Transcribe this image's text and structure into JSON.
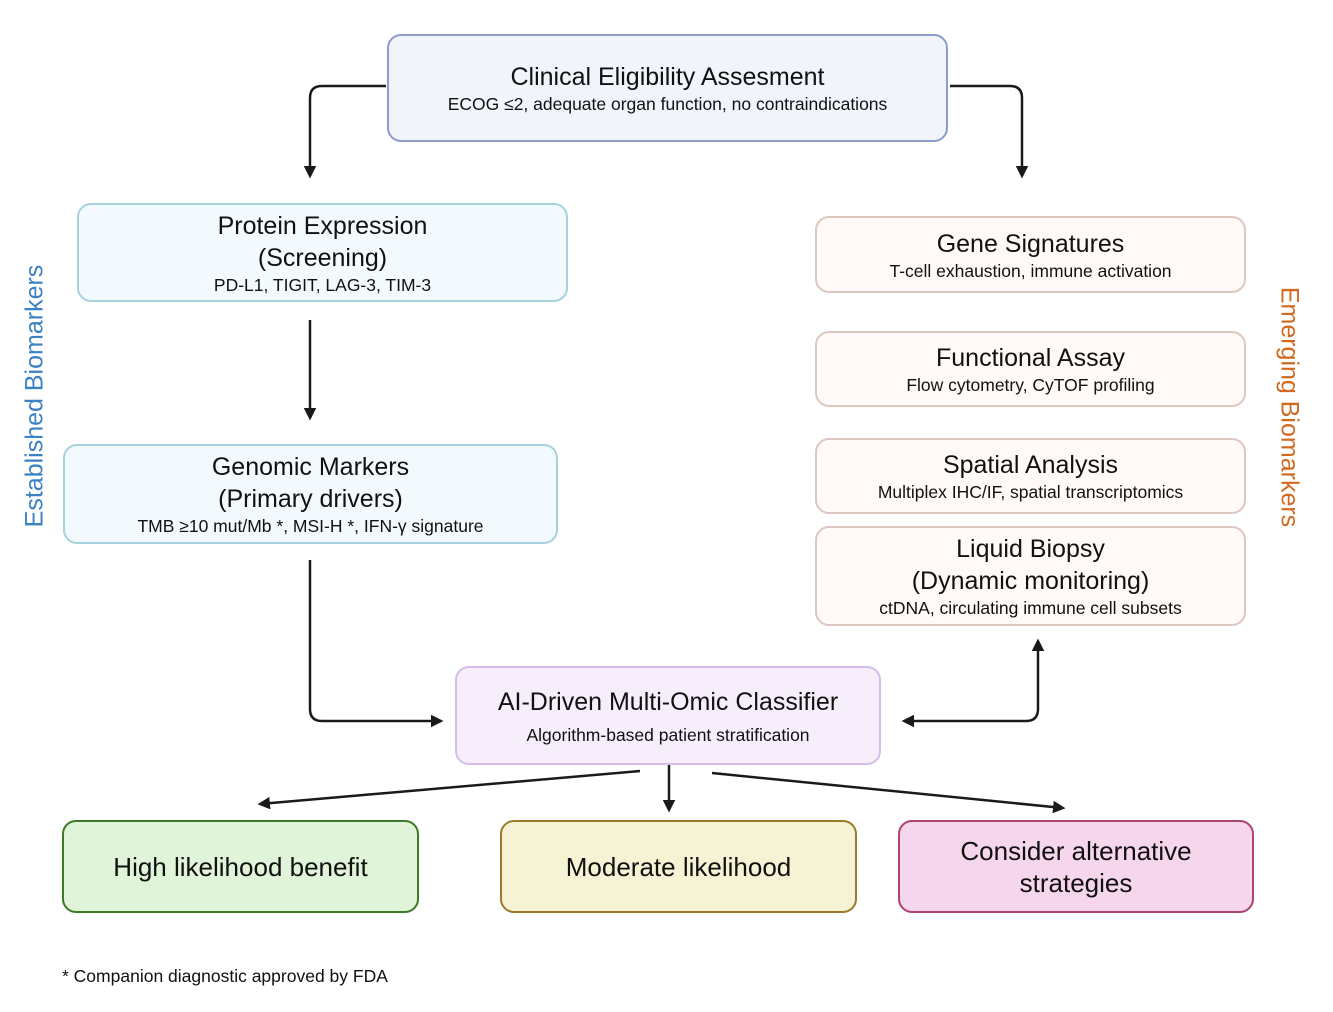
{
  "diagram": {
    "top": {
      "title": "Clinical Eligibility Assesment",
      "subtitle": "ECOG ≤2, adequate organ function, no contraindications"
    },
    "established": {
      "side_label": "Established Biomarkers",
      "label_color": "#3b82c4",
      "nodes": [
        {
          "title_lines": [
            "Protein Expression",
            "(Screening)"
          ],
          "subtitle": "PD-L1, TIGIT, LAG-3, TIM-3"
        },
        {
          "title_lines": [
            "Genomic Markers",
            "(Primary drivers)"
          ],
          "subtitle": "TMB ≥10 mut/Mb *, MSI-H *, IFN-γ signature"
        }
      ]
    },
    "emerging": {
      "side_label": "Emerging Biomarkers",
      "label_color": "#d2691e",
      "nodes": [
        {
          "title_lines": [
            "Gene Signatures"
          ],
          "subtitle": "T-cell exhaustion, immune activation"
        },
        {
          "title_lines": [
            "Functional Assay"
          ],
          "subtitle": "Flow cytometry, CyTOF profiling"
        },
        {
          "title_lines": [
            "Spatial Analysis"
          ],
          "subtitle": "Multiplex IHC/IF, spatial transcriptomics"
        },
        {
          "title_lines": [
            "Liquid Biopsy",
            "(Dynamic monitoring)"
          ],
          "subtitle": "ctDNA, circulating immune cell subsets"
        }
      ]
    },
    "classifier": {
      "title": "AI-Driven Multi-Omic Classifier",
      "subtitle": "Algorithm-based patient stratification"
    },
    "outcomes": [
      {
        "lines": [
          "High likelihood benefit"
        ],
        "fill": "#e0f4da",
        "border": "#3d7a28"
      },
      {
        "lines": [
          "Moderate likelihood"
        ],
        "fill": "#f6f2d4",
        "border": "#9c7a2c"
      },
      {
        "lines": [
          "Consider alternative",
          "strategies"
        ],
        "fill": "#f6d6ec",
        "border": "#a8446f"
      }
    ],
    "footnote": "* Companion diagnostic approved by FDA"
  }
}
